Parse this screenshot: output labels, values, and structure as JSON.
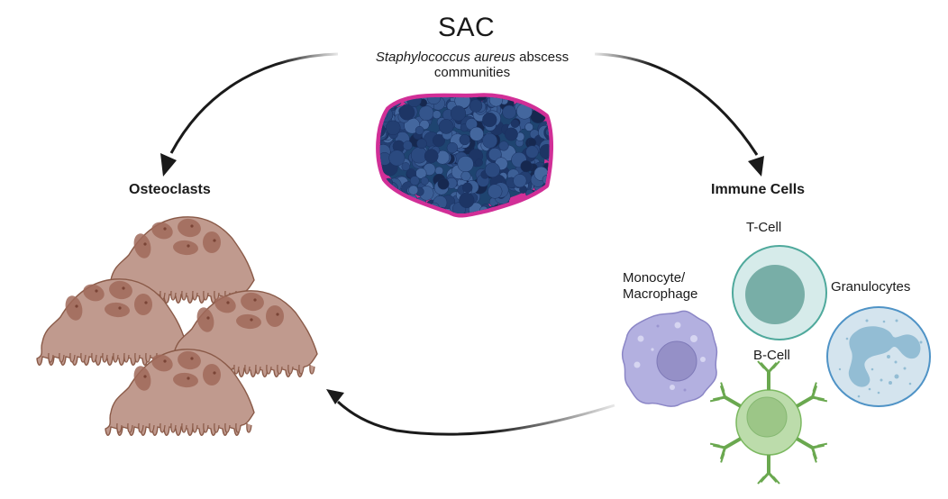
{
  "title": "SAC",
  "subtitle": {
    "italic": "Staphylococcus aureus",
    "rest": " abscess",
    "line2": "communities"
  },
  "groups": {
    "osteoclasts": "Osteoclasts",
    "immune": "Immune Cells"
  },
  "immune_cells": {
    "tcell": "T-Cell",
    "monocyte_line1": "Monocyte/",
    "monocyte_line2": "Macrophage",
    "granulocytes": "Granulocytes",
    "bcell": "B-Cell"
  },
  "colors": {
    "abscess_border": "#d12f97",
    "abscess_fill": "#1f3a6b",
    "osteoclast_fill": "#c09a8e",
    "osteoclast_stroke": "#8a5a48",
    "osteoclast_nucleus": "#a06a5a",
    "tcell_outer": "#d6ebea",
    "tcell_inner": "#78aea7",
    "tcell_stroke": "#4fa99c",
    "macrophage_fill": "#b3b0e0",
    "macrophage_nucleus": "#9590c7",
    "granulocyte_fill": "#d4e4ee",
    "granulocyte_nucleus": "#93bdd4",
    "granulocyte_stroke": "#4f93c6",
    "bcell_outer": "#bcdcab",
    "bcell_inner": "#9cc687",
    "bcell_stroke": "#6aa84f",
    "arrow": "#1a1a1a"
  }
}
